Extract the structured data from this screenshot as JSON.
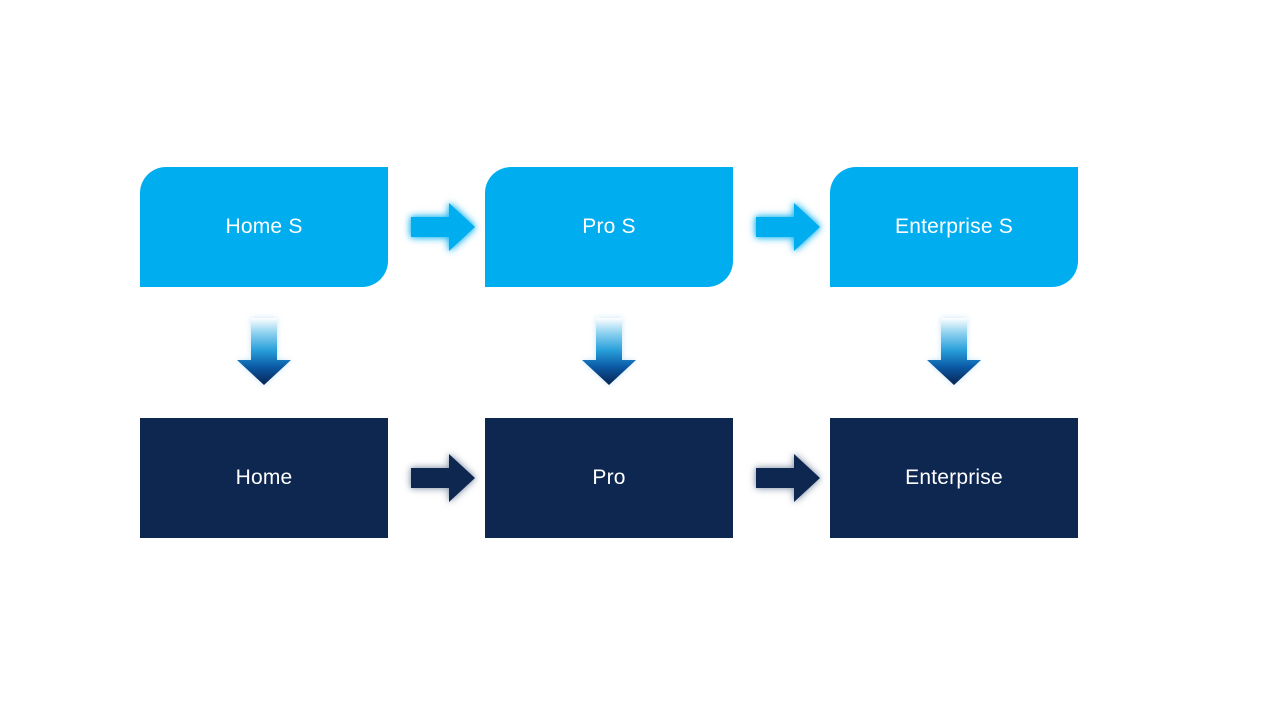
{
  "diagram": {
    "background": "#FFFFFF",
    "colors": {
      "stage_fill": "#00AEEF",
      "product_fill": "#0E2750",
      "label_text": "#FFFFFF",
      "stage_arrow": "#00AEEF",
      "product_arrow": "#0E2750",
      "down_arrow_gradient_top": "#FFFFFF",
      "down_arrow_gradient_bottom": "#082450"
    },
    "rows": {
      "top": {
        "items": [
          {
            "label": "Home S"
          },
          {
            "label": "Pro S"
          },
          {
            "label": "Enterprise S"
          }
        ]
      },
      "bottom": {
        "items": [
          {
            "label": "Home"
          },
          {
            "label": "Pro"
          },
          {
            "label": "Enterprise"
          }
        ]
      }
    }
  }
}
